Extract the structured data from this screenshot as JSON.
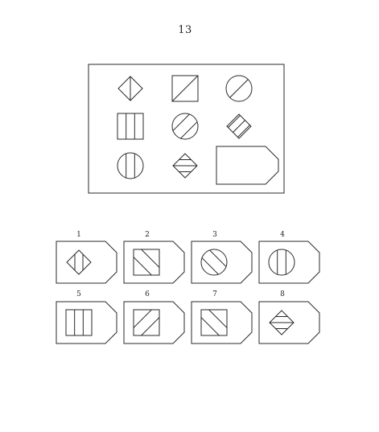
{
  "puzzle": {
    "number": "13",
    "matrix": [
      {
        "shape": "diamond",
        "pattern": "vertical-diagonal"
      },
      {
        "shape": "square",
        "pattern": "anti-diagonal"
      },
      {
        "shape": "circle",
        "pattern": "anti-diagonal"
      },
      {
        "shape": "square",
        "pattern": "vertical-lines"
      },
      {
        "shape": "circle",
        "pattern": "anti-diagonal-lines"
      },
      {
        "shape": "diamond",
        "pattern": "anti-diagonal-lines"
      },
      {
        "shape": "circle",
        "pattern": "vertical-lines"
      },
      {
        "shape": "diamond",
        "pattern": "horizontal-lines"
      },
      {
        "shape": "blank",
        "pattern": "answer-slot"
      }
    ],
    "options": [
      {
        "label": "1",
        "shape": "diamond",
        "pattern": "vertical-lines"
      },
      {
        "label": "2",
        "shape": "square",
        "pattern": "main-diagonal-lines"
      },
      {
        "label": "3",
        "shape": "circle",
        "pattern": "main-diagonal-lines"
      },
      {
        "label": "4",
        "shape": "circle",
        "pattern": "vertical-lines"
      },
      {
        "label": "5",
        "shape": "square",
        "pattern": "vertical-lines"
      },
      {
        "label": "6",
        "shape": "square",
        "pattern": "anti-diagonal-lines"
      },
      {
        "label": "7",
        "shape": "square",
        "pattern": "main-diagonal-lines"
      },
      {
        "label": "8",
        "shape": "diamond",
        "pattern": "horizontal-lines"
      }
    ]
  },
  "colors": {
    "ink": "#2a2a2a",
    "paper": "#ffffff"
  }
}
